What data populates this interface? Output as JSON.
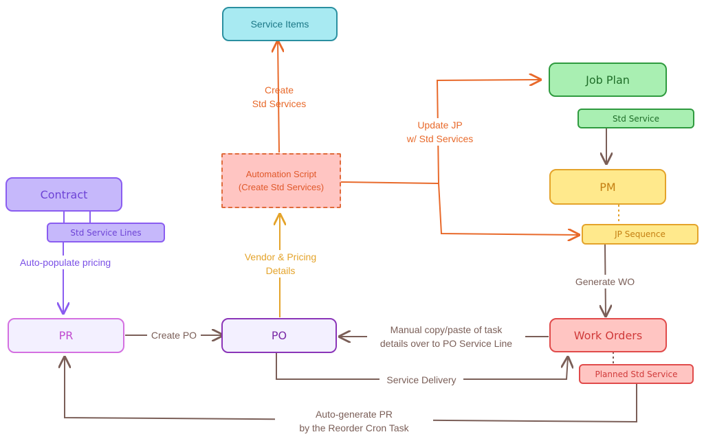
{
  "nodes": {
    "service_items": "Service Items",
    "job_plan": "Job Plan",
    "std_service": "Std Service",
    "pm": "PM",
    "jp_sequence": "JP Sequence",
    "automation_script": "Automation Script\n(Create Std Services)",
    "contract": "Contract",
    "std_service_lines": "Std Service Lines",
    "pr": "PR",
    "po": "PO",
    "work_orders": "Work Orders",
    "planned_std_service": "Planned Std Service"
  },
  "edges": {
    "create_std_services": "Create\nStd Services",
    "update_jp": "Update JP\nw/ Std Services",
    "auto_populate_pricing": "Auto-populate pricing",
    "vendor_pricing": "Vendor & Pricing\nDetails",
    "generate_wo": "Generate WO",
    "create_po": "Create PO",
    "manual_copy": "Manual copy/paste of task\ndetails over to PO Service Line",
    "service_delivery": "Service Delivery",
    "auto_generate_pr": "Auto-generate PR\nby the Reorder Cron Task"
  },
  "colors": {
    "teal": "#2a8fa0",
    "green": "#2e9a3e",
    "yellow": "#e4a32a",
    "orange": "#e8692a",
    "red_dashed": "#e06a3a",
    "purple": "#8a5cf0",
    "pink": "#d46fe0",
    "violet": "#8a34b8",
    "red": "#e04a4a",
    "brown": "#7a5e57"
  }
}
